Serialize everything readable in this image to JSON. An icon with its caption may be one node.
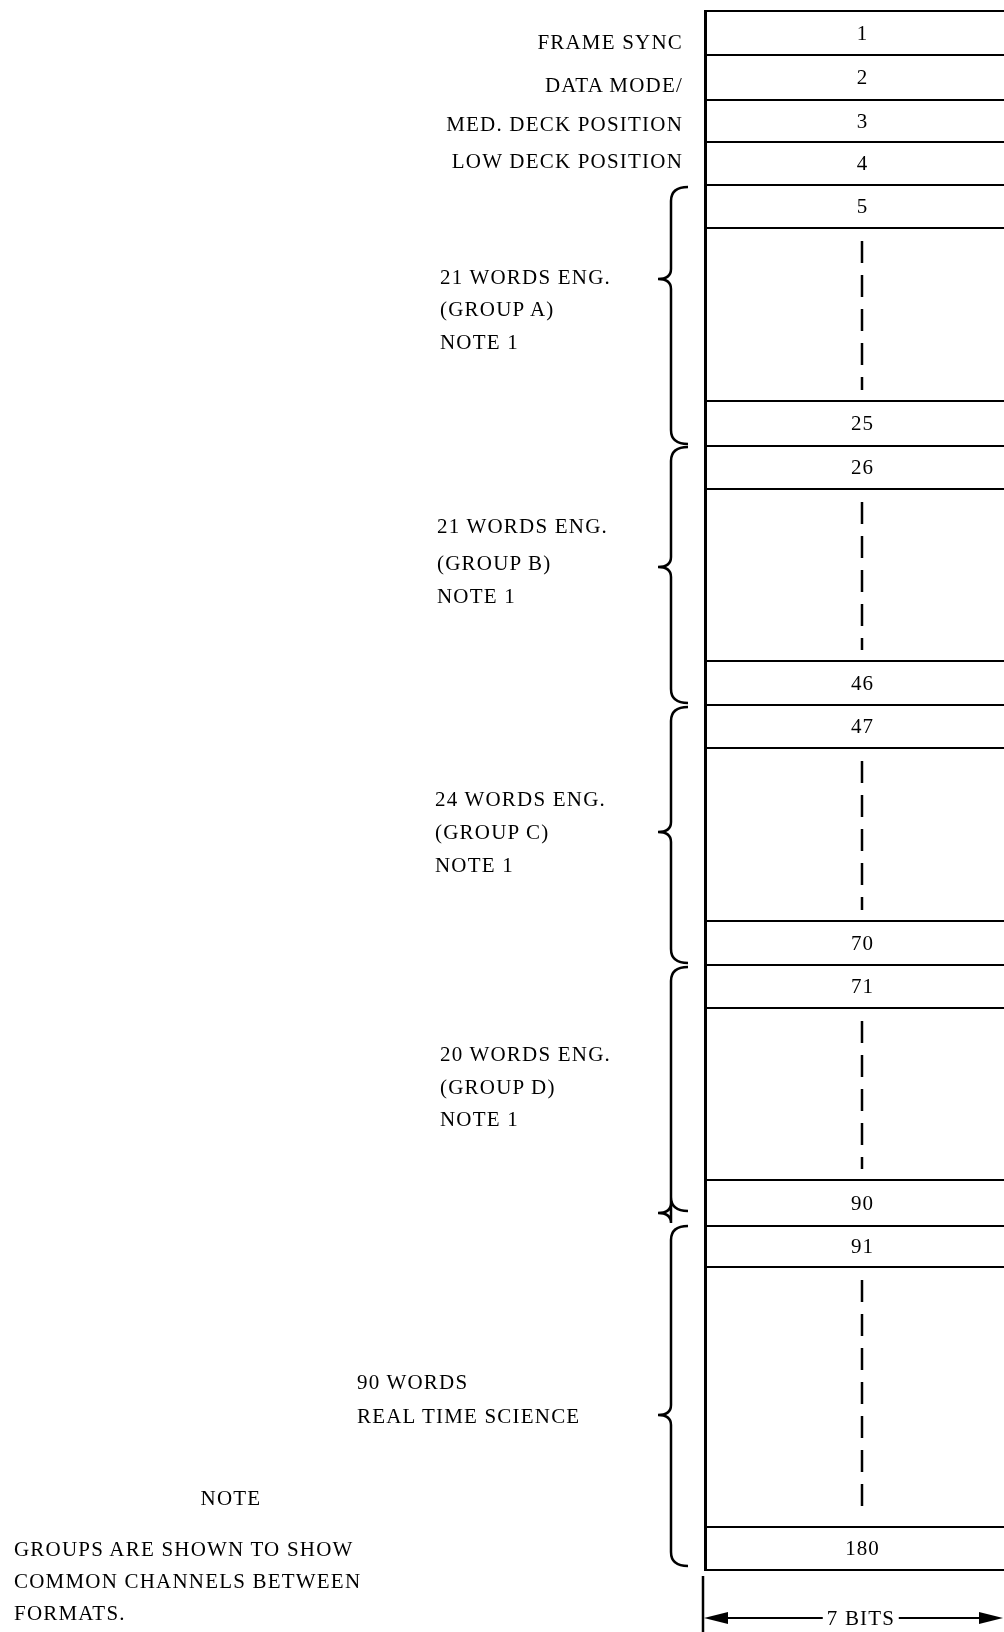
{
  "diagram": {
    "nodes": [
      {
        "text": [
          "1"
        ]
      },
      {
        "text": [
          "2"
        ]
      },
      {
        "text": [
          "3"
        ]
      },
      {
        "text": [
          "4"
        ]
      },
      {
        "text": [
          "5"
        ]
      },
      {
        "text": [],
        "shape": "box"
      },
      {
        "text": [
          "25"
        ]
      },
      {
        "text": [
          "26"
        ]
      },
      {
        "text": [],
        "shape": "box"
      },
      {
        "text": [
          "46"
        ]
      },
      {
        "text": [
          "47"
        ]
      },
      {
        "text": [],
        "shape": "box"
      },
      {
        "text": [
          "70"
        ]
      },
      {
        "text": [
          "71"
        ]
      },
      {
        "text": [],
        "shape": "box"
      },
      {
        "text": [
          "90"
        ]
      },
      {
        "text": [
          "91"
        ]
      },
      {
        "text": [],
        "shape": "box"
      },
      {
        "text": [
          "180"
        ]
      }
    ],
    "labels": [
      "FRAME SYNC",
      "DATA MODE/",
      "MED. DECK POSITION",
      "LOW DECK POSITION",
      "21 WORDS ENG.",
      "(GROUP A)",
      "NOTE 1",
      "21 WORDS ENG.",
      "(GROUP B)",
      "NOTE 1",
      "24 WORDS ENG.",
      "(GROUP C)",
      "NOTE 1",
      "20 WORDS ENG.",
      "(GROUP D)",
      "NOTE 1",
      "90 WORDS",
      "REAL TIME SCIENCE",
      "NOTE",
      "GROUPS ARE SHOWN TO SHOW COMMON CHANNELS BETWEEN FORMATS.",
      "7 BITS"
    ]
  }
}
